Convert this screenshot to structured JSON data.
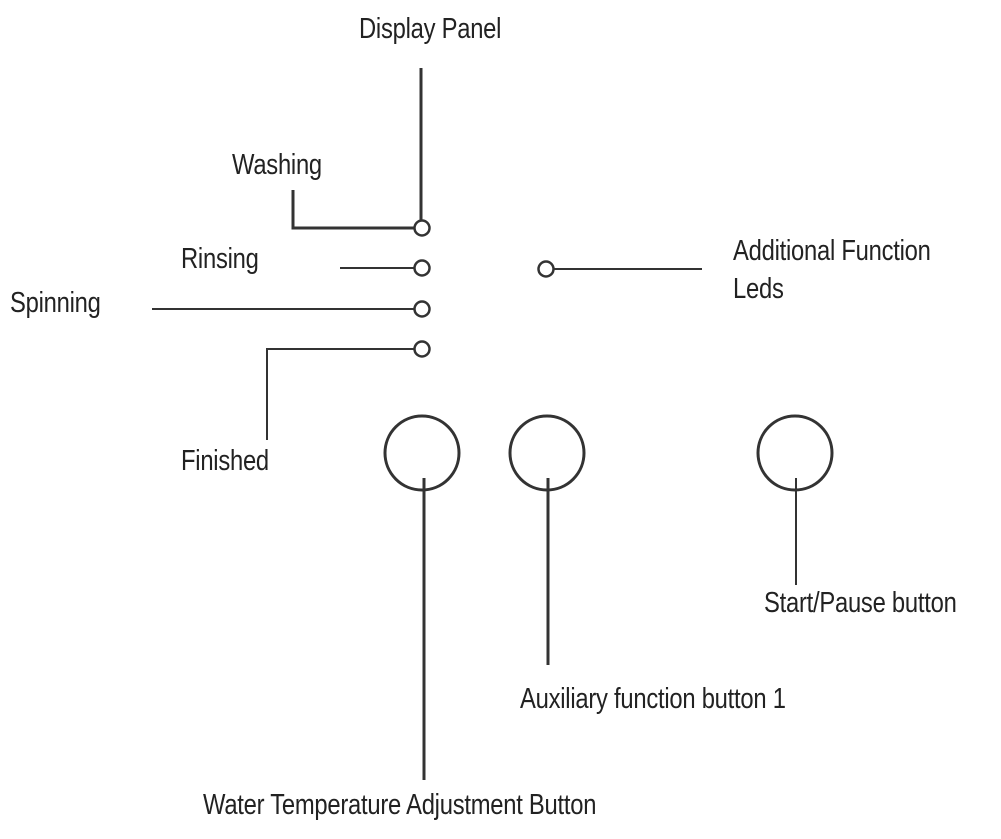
{
  "labels": {
    "display_panel": "Display Panel",
    "washing": "Washing",
    "rinsing": "Rinsing",
    "spinning": "Spinning",
    "finished": "Finished",
    "additional_leds": "Additional Function\nLeds",
    "start_pause": "Start/Pause button",
    "auxiliary_button_1": "Auxiliary function button 1",
    "water_temperature": "Water Temperature Adjustment Button"
  },
  "colors": {
    "line": "#333333",
    "text": "#222222",
    "background": "#ffffff"
  }
}
